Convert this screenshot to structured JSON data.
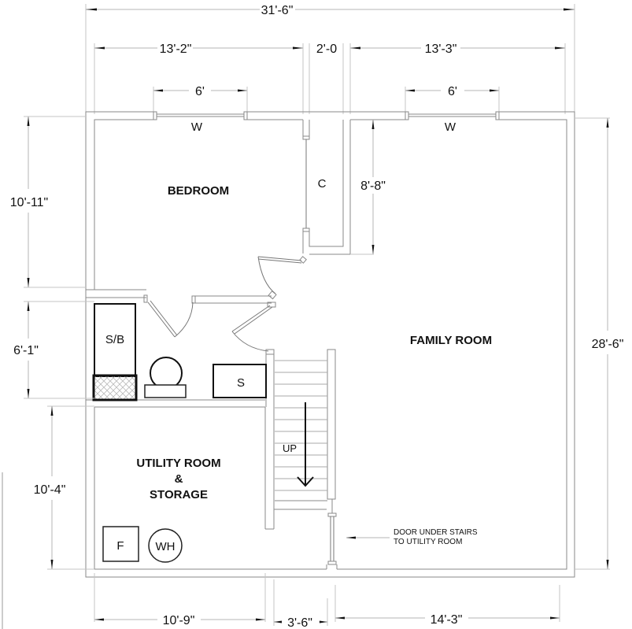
{
  "plan": {
    "dimensions": {
      "overall_width": "31'-6\"",
      "top_left": "13'-2\"",
      "top_mid": "2'-0",
      "top_right": "13'-3\"",
      "window_left": "6'",
      "window_right": "6'",
      "bedroom_height": "10'-11\"",
      "hall_height": "6'-1\"",
      "utility_height": "10'-4\"",
      "closet_depth": "8'-8\"",
      "overall_height": "28'-6\"",
      "bottom_left": "10'-9\"",
      "bottom_mid": "3'-6\"",
      "bottom_right": "14'-3\""
    },
    "rooms": {
      "bedroom": "BEDROOM",
      "family_room": "FAMILY ROOM",
      "utility_line1": "UTILITY ROOM",
      "utility_line2": "&",
      "utility_line3": "STORAGE"
    },
    "labels": {
      "window_left": "W",
      "window_right": "W",
      "closet": "C",
      "shower_bath": "S/B",
      "sink": "S",
      "stairs": "UP",
      "furnace": "F",
      "water_heater": "WH",
      "note_line1": "DOOR UNDER STAIRS",
      "note_line2": "TO  UTILITY ROOM"
    }
  }
}
